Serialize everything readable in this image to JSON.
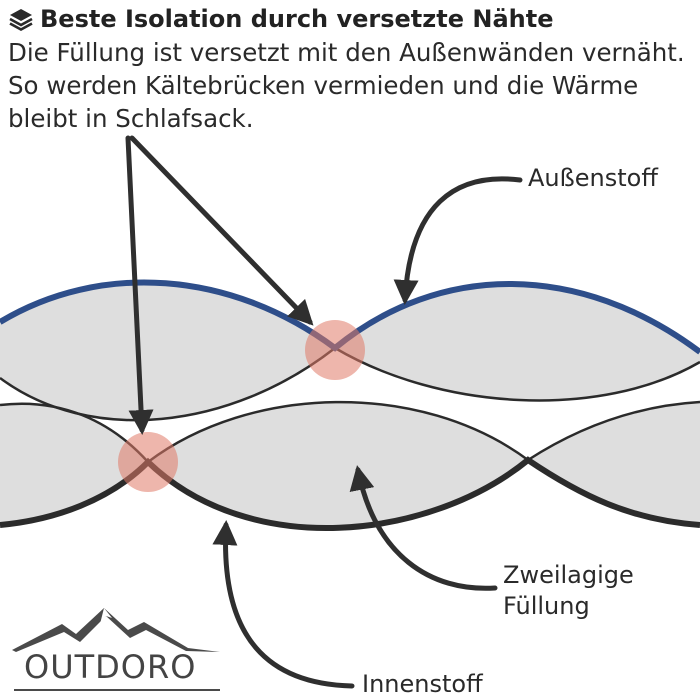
{
  "header": {
    "title": "Beste Isolation durch versetzte Nähte",
    "icon": "layers-icon",
    "description_lines": [
      "Die Füllung ist versetzt mit den Außenwänden vernäht.",
      "So werden Kältebrücken vermieden und die Wärme",
      "bleibt in Schlafsack."
    ]
  },
  "labels": {
    "outer_fabric": "Außenstoff",
    "filling_lines": [
      "Zweilagige",
      "Füllung"
    ],
    "inner_fabric": "Innenstoff"
  },
  "logo": {
    "text": "OUTDORO",
    "icon": "mountain-icon"
  },
  "colors": {
    "outer_fabric": "#2e4e8a",
    "inner_fabric": "#2b2b2b",
    "filling": "#dedede",
    "seam_highlight": "#e07a68",
    "arrow": "#2f2f2f"
  }
}
